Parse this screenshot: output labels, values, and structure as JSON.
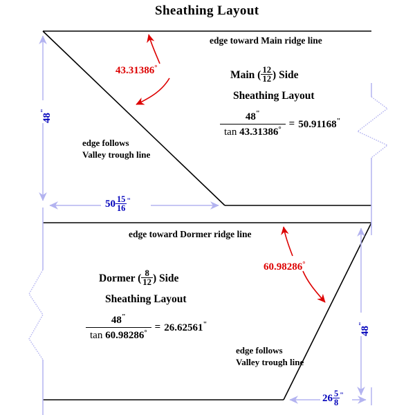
{
  "title": "Sheathing Layout",
  "colors": {
    "angle_red": "#dd0000",
    "dimension_blue": "#0000bb",
    "extension_lavender": "#b3b3f0",
    "outline_black": "#000000",
    "background": "#ffffff"
  },
  "main_panel": {
    "edge_label": "edge toward Main ridge line",
    "heading_prefix": "Main (",
    "pitch_numerator": "12",
    "pitch_denominator": "12",
    "heading_suffix": ") Side",
    "heading_line2": "Sheathing Layout",
    "angle_label": "43.31386",
    "degree_symbol": "°",
    "valley_note_line1": "edge follows",
    "valley_note_line2": "Valley trough line",
    "formula": {
      "numerator": "48",
      "numerator_unit": "\"",
      "denominator_lead": "tan ",
      "denominator_value": "43.31386",
      "denominator_unit": "°",
      "equals": "=",
      "result": "50.91168",
      "result_unit": "\""
    },
    "vertical_dim": "48",
    "vertical_dim_unit": "\"",
    "horizontal_dim_whole": "50",
    "horizontal_dim_num": "15",
    "horizontal_dim_den": "16",
    "horizontal_dim_unit": "\""
  },
  "dormer_panel": {
    "edge_label": "edge toward Dormer ridge line",
    "heading_prefix": "Dormer (",
    "pitch_numerator": "8",
    "pitch_denominator": "12",
    "heading_suffix": ") Side",
    "heading_line2": "Sheathing Layout",
    "angle_label": "60.98286",
    "degree_symbol": "°",
    "valley_note_line1": "edge follows",
    "valley_note_line2": "Valley trough line",
    "formula": {
      "numerator": "48",
      "numerator_unit": "\"",
      "denominator_lead": "tan ",
      "denominator_value": "60.98286",
      "denominator_unit": "°",
      "equals": "=",
      "result": "26.62561",
      "result_unit": "\""
    },
    "vertical_dim": "48",
    "vertical_dim_unit": "\"",
    "horizontal_dim_whole": "26",
    "horizontal_dim_num": "5",
    "horizontal_dim_den": "8",
    "horizontal_dim_unit": "\""
  }
}
